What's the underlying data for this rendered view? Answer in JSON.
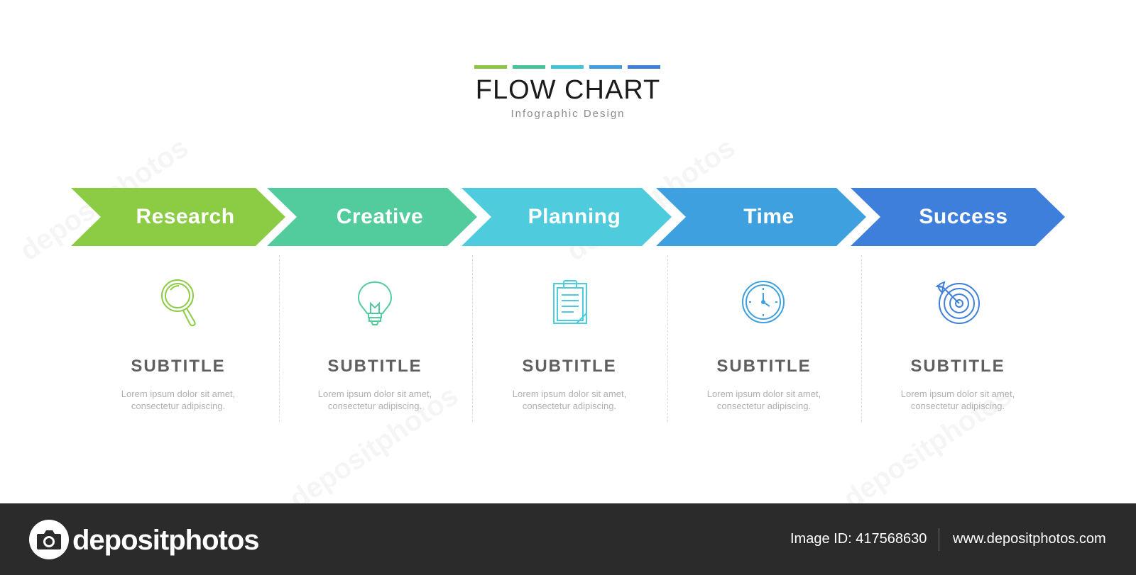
{
  "header": {
    "title": "FLOW CHART",
    "subtitle": "Infographic Design",
    "bar_colors": [
      "#8cc63f",
      "#45c49c",
      "#3fc4d8",
      "#3d9ee0",
      "#3f7fdc"
    ]
  },
  "steps": [
    {
      "label": "Research",
      "color": "#8ccc45",
      "icon": "magnifier-icon",
      "title": "SUBTITLE",
      "desc_line1": "Lorem ipsum dolor sit amet,",
      "desc_line2": "consectetur adipiscing."
    },
    {
      "label": "Creative",
      "color": "#52cc9c",
      "icon": "lightbulb-icon",
      "title": "SUBTITLE",
      "desc_line1": "Lorem ipsum dolor sit amet,",
      "desc_line2": "consectetur adipiscing."
    },
    {
      "label": "Planning",
      "color": "#4ecbdc",
      "icon": "clipboard-icon",
      "title": "SUBTITLE",
      "desc_line1": "Lorem ipsum dolor sit amet,",
      "desc_line2": "consectetur adipiscing."
    },
    {
      "label": "Time",
      "color": "#3fa0e0",
      "icon": "clock-icon",
      "title": "SUBTITLE",
      "desc_line1": "Lorem ipsum dolor sit amet,",
      "desc_line2": "consectetur adipiscing."
    },
    {
      "label": "Success",
      "color": "#3f7fdc",
      "icon": "target-icon",
      "title": "SUBTITLE",
      "desc_line1": "Lorem ipsum dolor sit amet,",
      "desc_line2": "consectetur adipiscing."
    }
  ],
  "watermark": {
    "text": "depositphotos"
  },
  "footer": {
    "brand": "depositphotos",
    "image_id": "Image ID: 417568630",
    "url": "www.depositphotos.com"
  }
}
